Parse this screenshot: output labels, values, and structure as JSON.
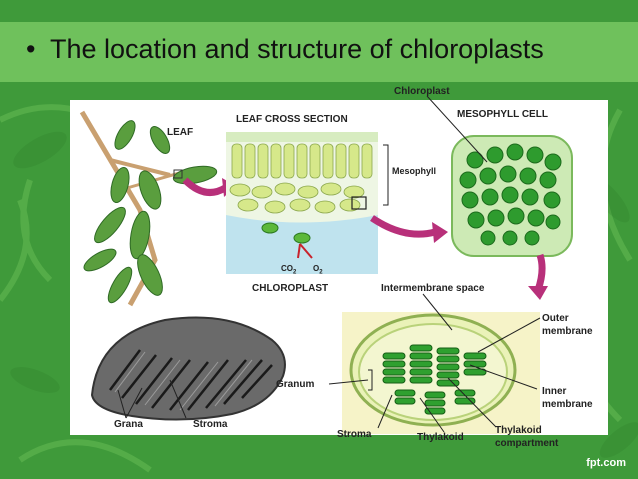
{
  "slide": {
    "title": "The location and structure of chloroplasts",
    "bullet": "•",
    "watermark": "fpt.com"
  },
  "labels": {
    "leaf": "LEAF",
    "leaf_cross_section": "LEAF CROSS SECTION",
    "chloroplast_top": "Chloroplast",
    "mesophyll_cell": "MESOPHYLL CELL",
    "mesophyll": "Mesophyll",
    "chloroplast_caps": "CHLOROPLAST",
    "intermembrane_space": "Intermembrane space",
    "outer_membrane_1": "Outer",
    "outer_membrane_2": "membrane",
    "inner_membrane_1": "Inner",
    "inner_membrane_2": "membrane",
    "granum": "Granum",
    "stroma_right": "Stroma",
    "thylakoid": "Thylakoid",
    "thylakoid_compartment_1": "Thylakoid",
    "thylakoid_compartment_2": "compartment",
    "grana": "Grana",
    "stroma_left": "Stroma",
    "co2": "CO",
    "co2_sub": "2",
    "o2": "O",
    "o2_sub": "2"
  },
  "colors": {
    "background_green": "#3f9a3a",
    "title_bar": "#6fc15c",
    "arrow": "#b8307a",
    "leaf_green": "#4f9a3c",
    "chloroplast_green": "#2e9b2e"
  }
}
